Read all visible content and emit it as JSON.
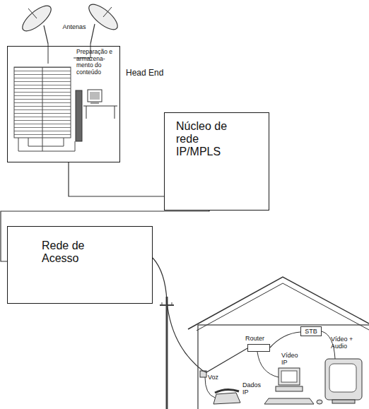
{
  "diagram": {
    "nodes": [
      {
        "text": [
          "Head End",
          "Preparação e armazena- mento do conteúdo"
        ]
      },
      {
        "text": [
          "Núcleo de rede IP/MPLS"
        ]
      },
      {
        "text": [
          "Rede de Acesso"
        ]
      },
      {
        "text": [
          "Router"
        ]
      },
      {
        "text": [
          "STB"
        ]
      }
    ],
    "edges": [
      {
        "from": 0,
        "to": 1,
        "arrow": "none"
      },
      {
        "from": 1,
        "to": 2,
        "arrow": "none"
      },
      {
        "from": 2,
        "to": 3,
        "arrow": "none"
      },
      {
        "from": 3,
        "to": 4,
        "label": "Vídeo IP",
        "arrow": "none"
      }
    ],
    "labels": [
      "Antenas",
      "Voz",
      "Dados IP",
      "Vídeo + Audio"
    ]
  }
}
